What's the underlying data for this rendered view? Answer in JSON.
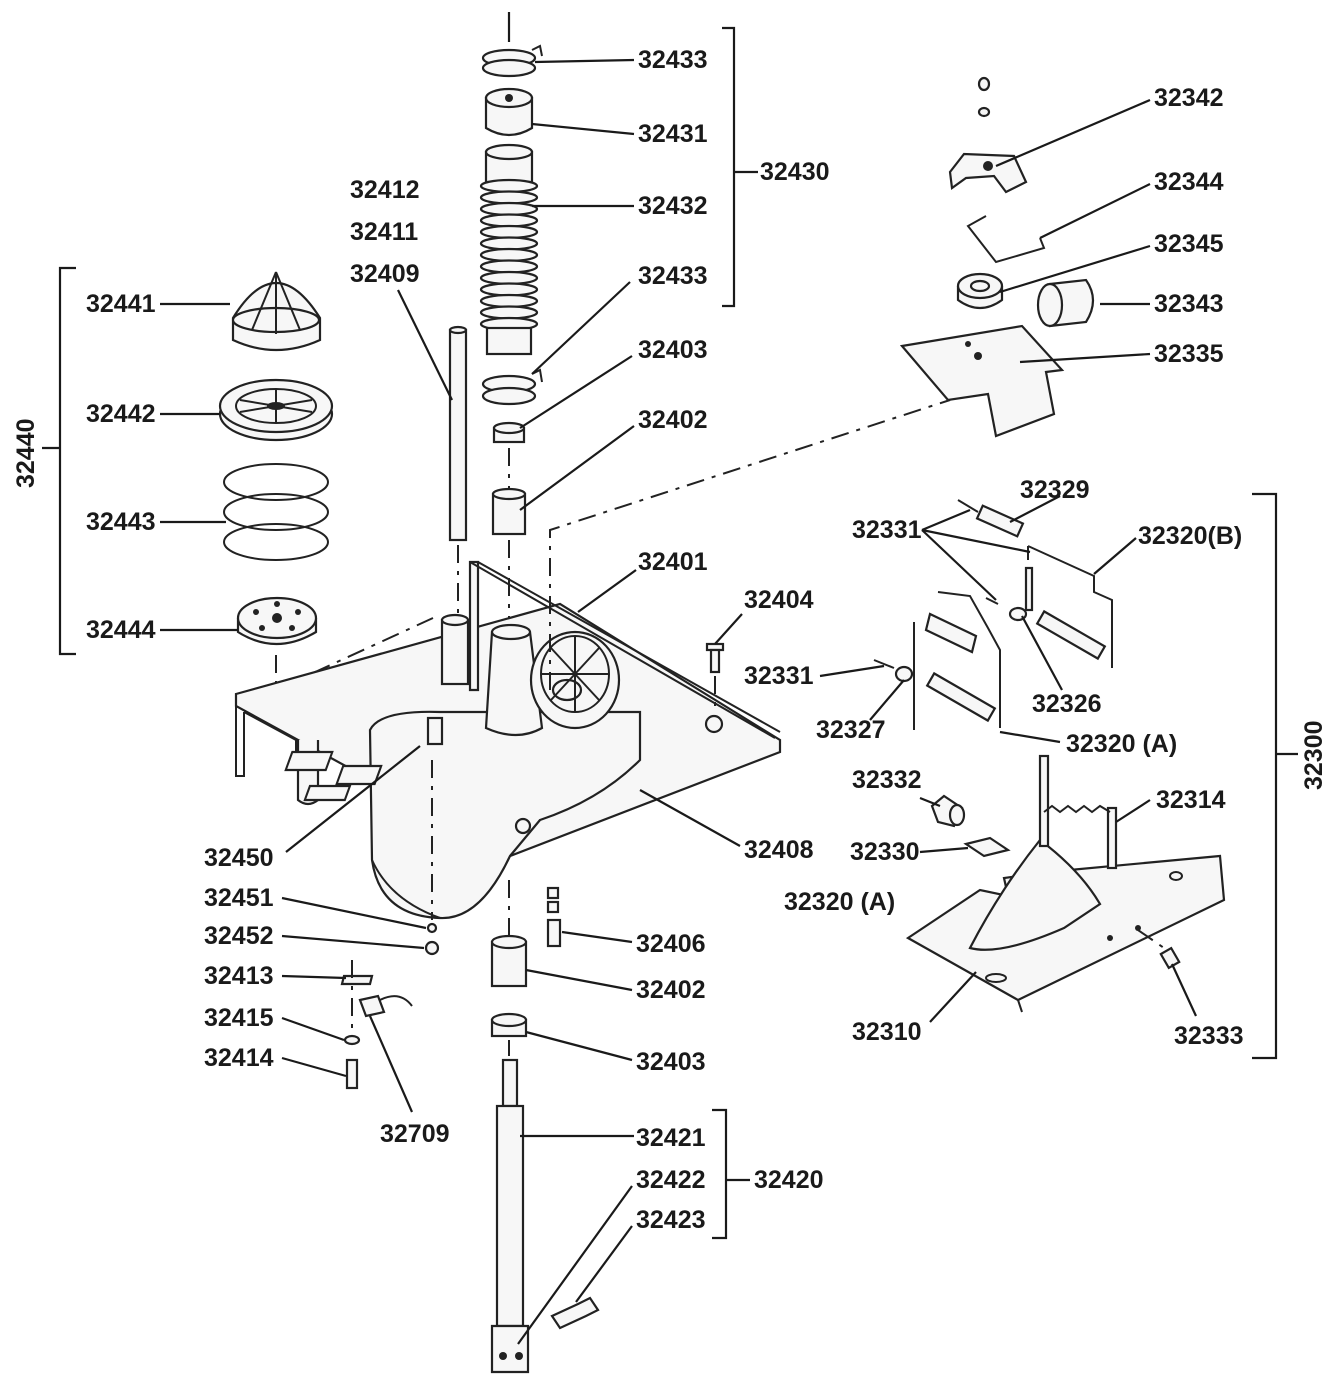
{
  "diagram": {
    "part_numbers": {
      "p32433_top": "32433",
      "p32431": "32431",
      "p32432": "32432",
      "p32433_bottom": "32433",
      "p32430": "32430",
      "p32412": "32412",
      "p32411": "32411",
      "p32409": "32409",
      "p32403_top": "32403",
      "p32402_top": "32402",
      "p32401": "32401",
      "p32404": "32404",
      "p32440": "32440",
      "p32441": "32441",
      "p32442": "32442",
      "p32443": "32443",
      "p32444": "32444",
      "p32450": "32450",
      "p32451": "32451",
      "p32452": "32452",
      "p32413": "32413",
      "p32415": "32415",
      "p32414": "32414",
      "p32709": "32709",
      "p32408": "32408",
      "p32406": "32406",
      "p32402_bottom": "32402",
      "p32403_bottom": "32403",
      "p32421": "32421",
      "p32422": "32422",
      "p32423": "32423",
      "p32420": "32420",
      "p32342": "32342",
      "p32344": "32344",
      "p32345": "32345",
      "p32343": "32343",
      "p32335": "32335",
      "p32329": "32329",
      "p32331_a": "32331",
      "p32320b": "32320(B)",
      "p32331_b": "32331",
      "p32326": "32326",
      "p32327": "32327",
      "p32320a_1": "32320 (A)",
      "p32300": "32300",
      "p32332": "32332",
      "p32314": "32314",
      "p32330": "32330",
      "p32320a_2": "32320 (A)",
      "p32310": "32310",
      "p32333": "32333"
    }
  }
}
